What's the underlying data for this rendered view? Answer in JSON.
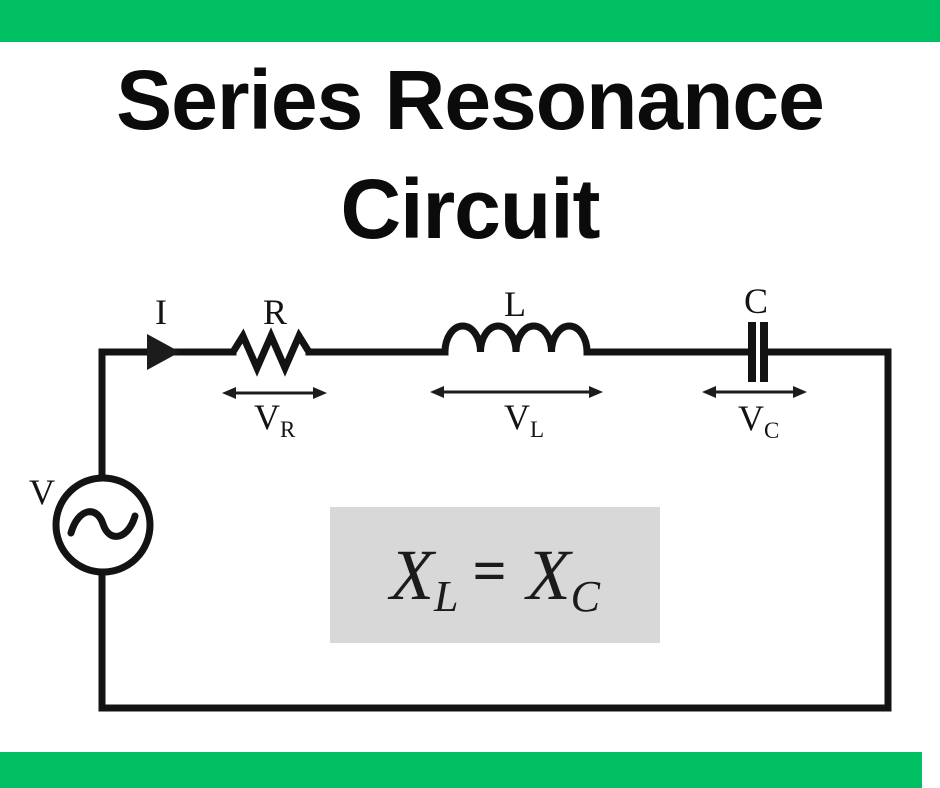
{
  "colors": {
    "accent_green": "#00bf63",
    "wire_black": "#131313",
    "formula_background": "#d8d8d8",
    "title_black": "#0b0b0b"
  },
  "title": {
    "line1": "Series Resonance",
    "line2": "Circuit"
  },
  "circuit": {
    "current_label": "I",
    "source_label": "V",
    "resistor": {
      "label": "R",
      "v_main": "V",
      "v_sub": "R"
    },
    "inductor": {
      "label": "L",
      "v_main": "V",
      "v_sub": "L"
    },
    "capacitor": {
      "label": "C",
      "v_main": "V",
      "v_sub": "C"
    }
  },
  "formula": {
    "lhs_main": "X",
    "lhs_sub": "L",
    "equals": "=",
    "rhs_main": "X",
    "rhs_sub": "C"
  }
}
